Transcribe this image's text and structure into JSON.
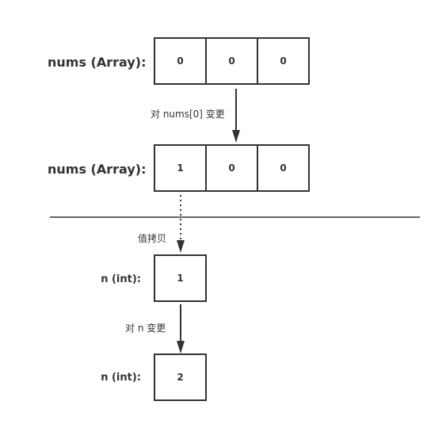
{
  "array_before": {
    "label": "nums (Array):",
    "values": [
      "0",
      "0",
      "0"
    ]
  },
  "mutate_array_annotation": "对 nums[0] 变更",
  "array_after": {
    "label": "nums (Array):",
    "values": [
      "1",
      "0",
      "0"
    ]
  },
  "copy_annotation": "值拷贝",
  "int_before": {
    "label": "n (int):",
    "value": "1"
  },
  "mutate_int_annotation": "对 n 变更",
  "int_after": {
    "label": "n (int):",
    "value": "2"
  },
  "colors": {
    "stroke": "#333333",
    "text": "#333333",
    "background": "#ffffff"
  }
}
